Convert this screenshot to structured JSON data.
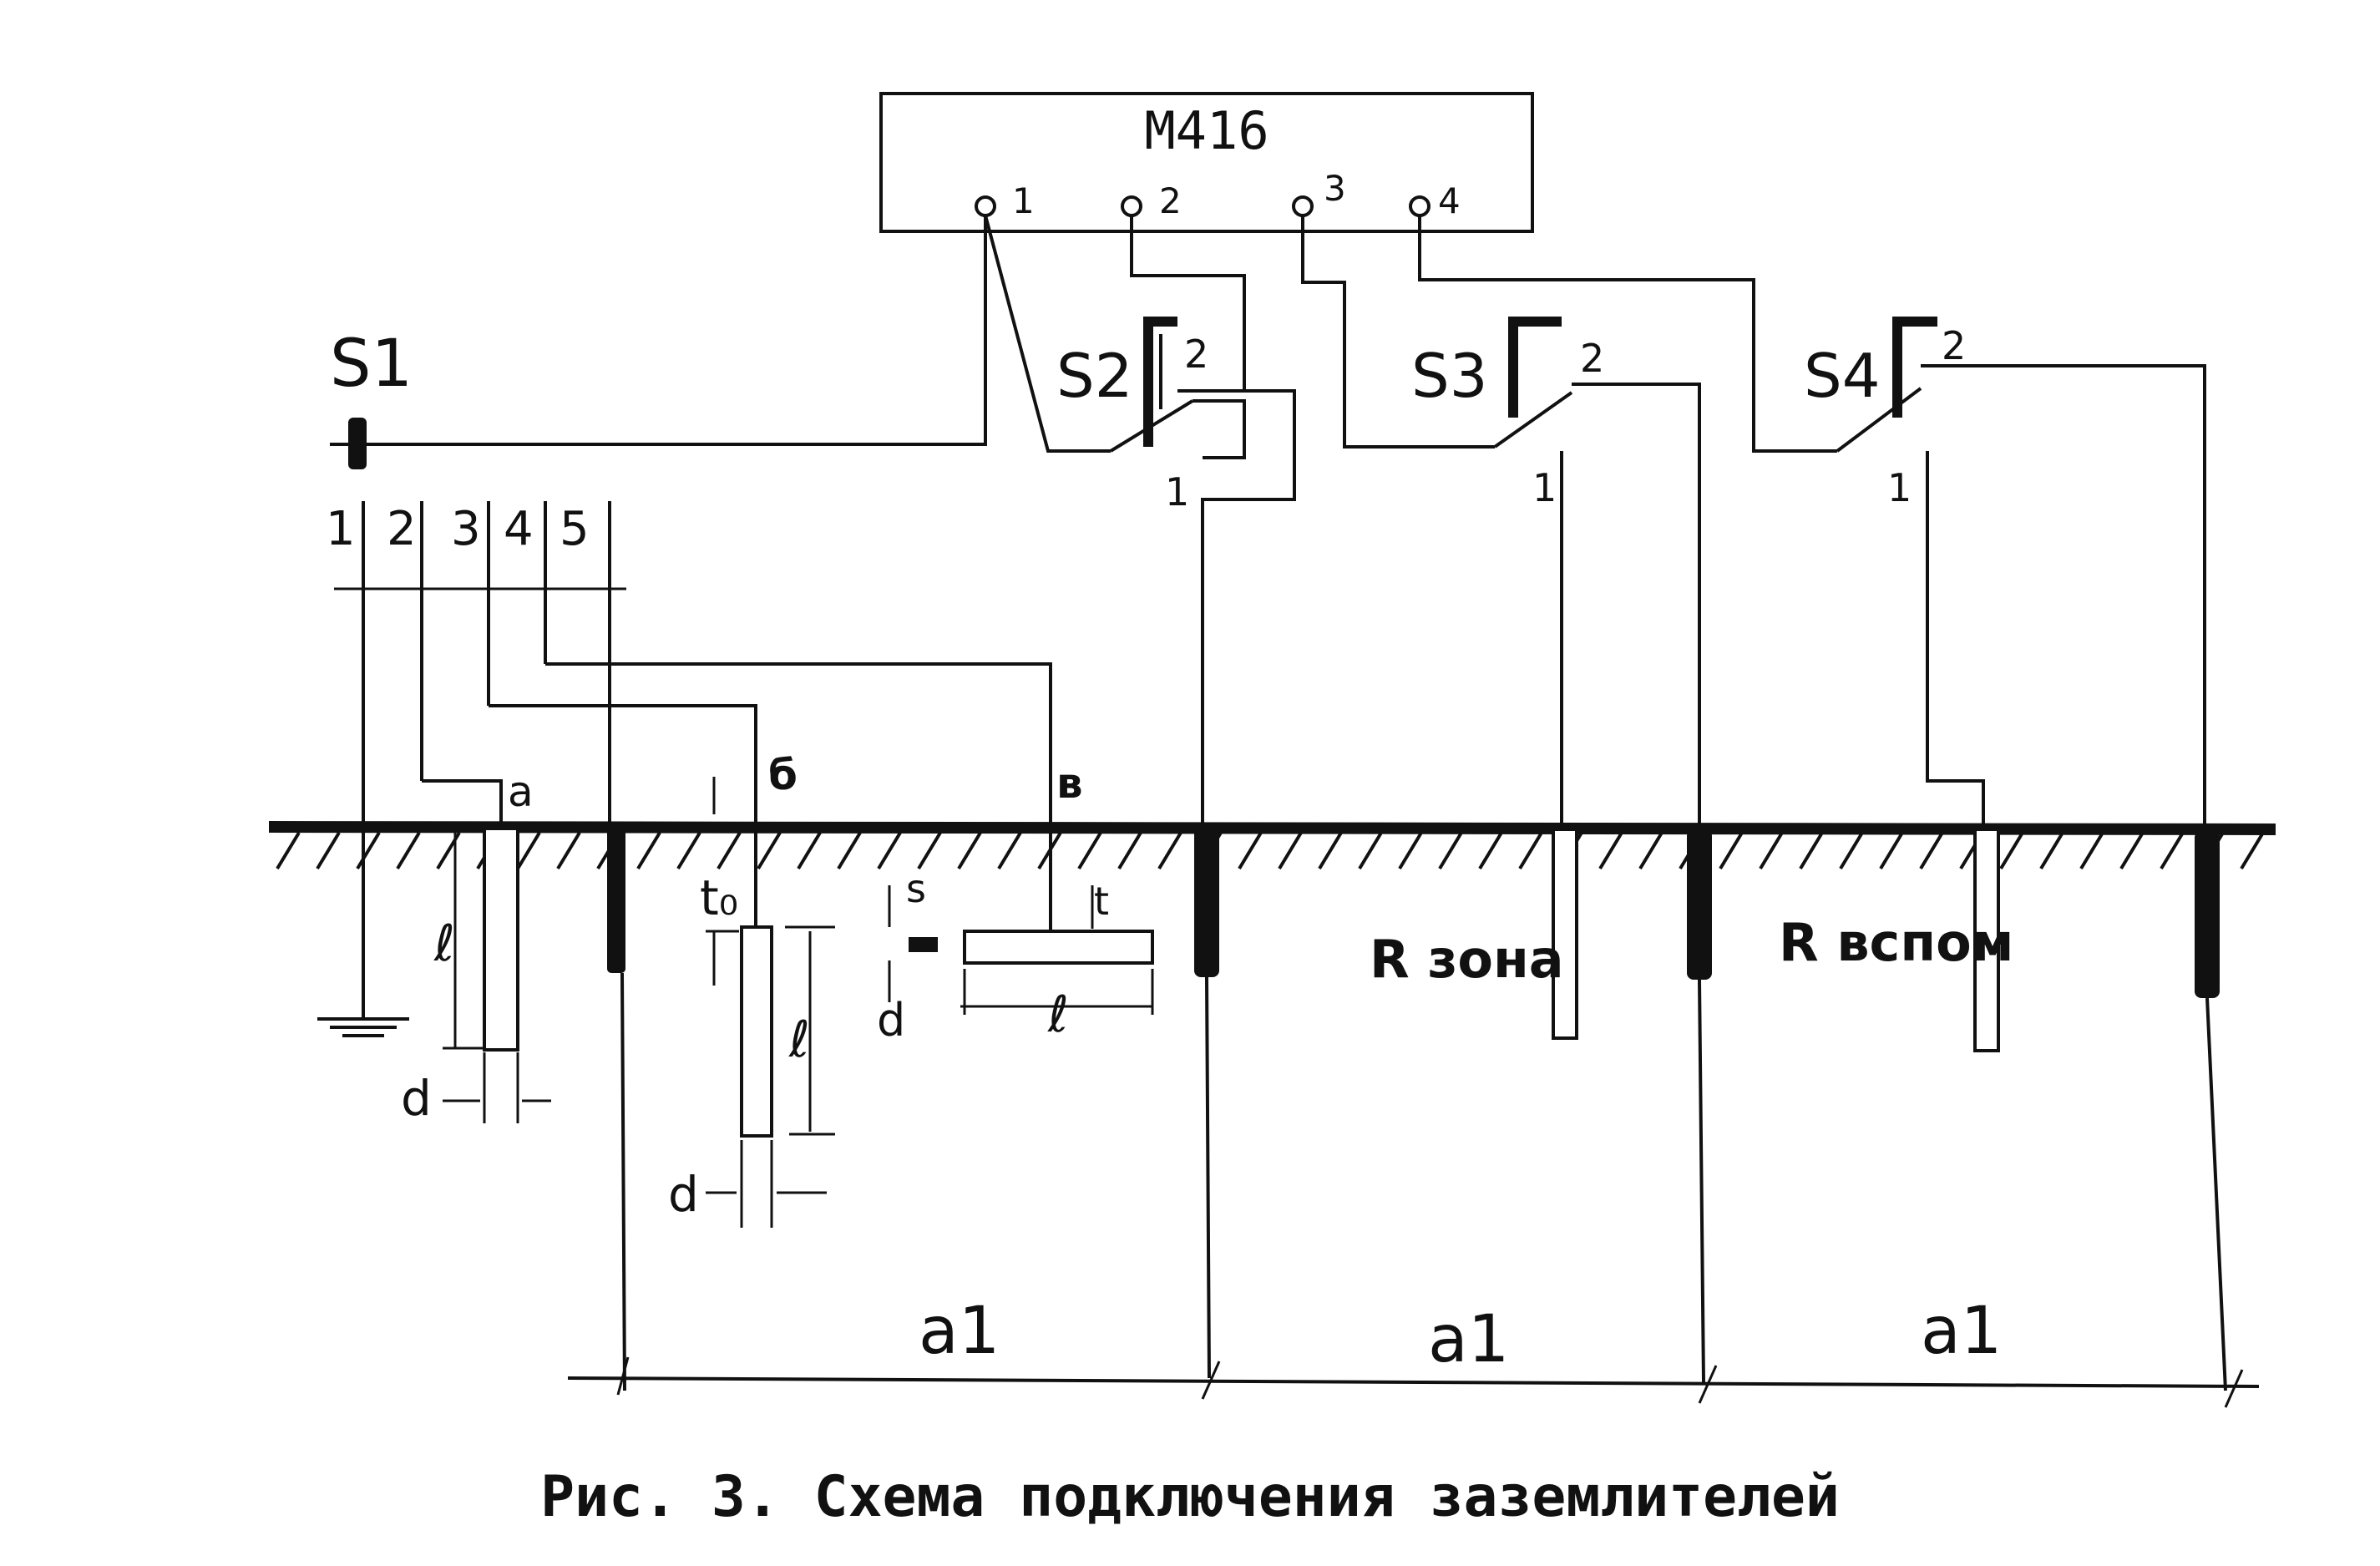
{
  "meter": {
    "title": "М416",
    "terminals": [
      "1",
      "2",
      "3",
      "4"
    ]
  },
  "switches": [
    {
      "name": "S1"
    },
    {
      "name": "S2",
      "pos_top": "2",
      "pos_bottom": "1"
    },
    {
      "name": "S3",
      "pos_top": "2",
      "pos_bottom": "1"
    },
    {
      "name": "S4",
      "pos_top": "2",
      "pos_bottom": "1"
    }
  ],
  "s1_positions": [
    "1",
    "2",
    "3",
    "4",
    "5"
  ],
  "electrodes": {
    "a": "а",
    "b": "б",
    "v": "в"
  },
  "dims": {
    "l": "ℓ",
    "d": "d",
    "t0": "t₀",
    "t": "t",
    "s": "s",
    "a1": "a1"
  },
  "resistances": {
    "zone": "R зона",
    "aux": "R вспом"
  },
  "caption": "Рис. 3.  Схема подключения заземлителей"
}
